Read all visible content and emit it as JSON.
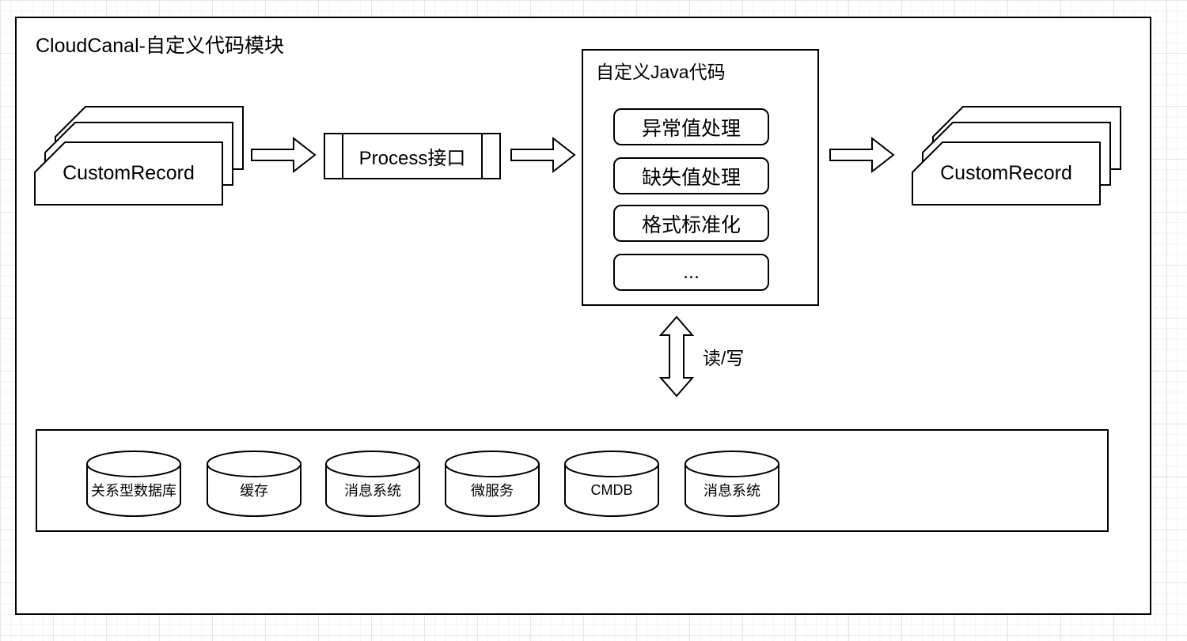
{
  "diagram": {
    "title": "CloudCanal-自定义代码模块",
    "input_stack": {
      "label": "CustomRecord"
    },
    "process_box": {
      "label": "Process接口"
    },
    "java_box": {
      "title": "自定义Java代码",
      "steps": [
        "异常值处理",
        "缺失值处理",
        "格式标准化",
        "..."
      ]
    },
    "output_stack": {
      "label": "CustomRecord"
    },
    "rw_arrow": {
      "label": "读/写"
    },
    "datastore_panel": {
      "items": [
        "关系型数据库",
        "缓存",
        "消息系统",
        "微服务",
        "CMDB",
        "消息系统"
      ]
    },
    "colors": {
      "stroke": "#000000",
      "fill": "#ffffff",
      "grid_minor": "#f4f4f4",
      "grid_major": "#e7e7e7"
    }
  }
}
